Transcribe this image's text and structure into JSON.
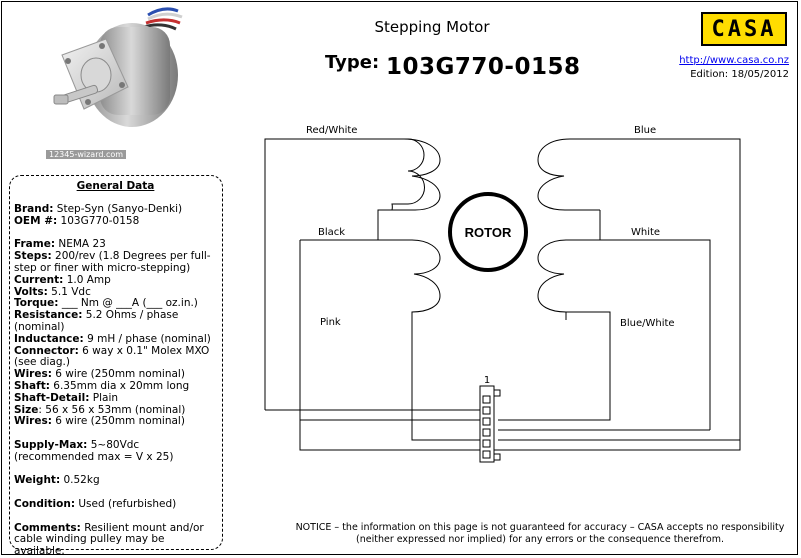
{
  "header": {
    "title": "Stepping Motor",
    "type_label": "Type:",
    "model": "103G770-0158",
    "link": "http://www.casa.co.nz",
    "edition": "Edition: 18/05/2012",
    "logo_text": "CASA",
    "photo_watermark": "12345-wizard.com"
  },
  "colors": {
    "logo_bg": "#ffdd00",
    "link": "#0000ee"
  },
  "general_data": {
    "title": "General Data",
    "rows": [
      {
        "label": "Brand:",
        "value": " Step-Syn (Sanyo-Denki)"
      },
      {
        "label": "OEM #:",
        "value": " 103G770-0158"
      },
      {
        "label": "",
        "value": ""
      },
      {
        "label": "Frame:",
        "value": " NEMA 23"
      },
      {
        "label": "Steps:",
        "value": " 200/rev (1.8 Degrees per full-step or finer with micro-stepping)"
      },
      {
        "label": "Current:",
        "value": " 1.0 Amp"
      },
      {
        "label": "Volts:",
        "value": " 5.1 Vdc"
      },
      {
        "label": "Torque:",
        "value": "  ___ Nm @ ___A (___ oz.in.)"
      },
      {
        "label": "Resistance:",
        "value": " 5.2  Ohms / phase (nominal)"
      },
      {
        "label": "Inductance:",
        "value": " 9 mH / phase (nominal)"
      },
      {
        "label": "Connector:",
        "value": " 6 way x 0.1\" Molex MXO (see diag.)"
      },
      {
        "label": "Wires:",
        "value": " 6 wire (250mm nominal)"
      },
      {
        "label": "Shaft:",
        "value": " 6.35mm dia x 20mm long"
      },
      {
        "label": "Shaft-Detail:",
        "value": " Plain"
      },
      {
        "label": "Size",
        "value": ": 56 x 56 x 53mm (nominal)"
      },
      {
        "label": "Wires:",
        "value": " 6 wire (250mm nominal)"
      },
      {
        "label": "",
        "value": ""
      },
      {
        "label": "Supply-Max:",
        "value": " 5~80Vdc (recommended max = V x 25)"
      },
      {
        "label": "",
        "value": ""
      },
      {
        "label": "Weight:",
        "value": " 0.52kg"
      },
      {
        "label": "",
        "value": ""
      },
      {
        "label": "Condition:",
        "value": " Used (refurbished)"
      },
      {
        "label": "",
        "value": ""
      },
      {
        "label": "Comments:",
        "value": " Resilient mount and/or cable winding pulley may be available."
      }
    ]
  },
  "diagram": {
    "rotor_label": "ROTOR",
    "connector_pin_label": "1",
    "wires": {
      "red_white": "Red/White",
      "black": "Black",
      "pink": "Pink",
      "blue": "Blue",
      "white": "White",
      "blue_white": "Blue/White"
    }
  },
  "notice": "NOTICE – the information on this page is not guaranteed for accuracy – CASA accepts no responsibility (neither expressed nor implied) for any errors or the consequence therefrom."
}
